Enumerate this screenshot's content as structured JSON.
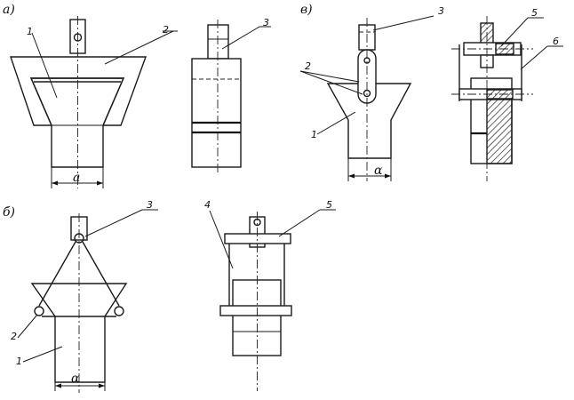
{
  "panels": {
    "a": {
      "label": "а)",
      "dimension": "a",
      "callouts": [
        "1",
        "2",
        "3"
      ]
    },
    "b": {
      "label": "б)",
      "dimension": "α",
      "callouts": [
        "1",
        "2",
        "3",
        "4",
        "5"
      ]
    },
    "v": {
      "label": "в)",
      "dimension": "α",
      "callouts": [
        "1",
        "2",
        "3",
        "5",
        "6"
      ]
    }
  }
}
